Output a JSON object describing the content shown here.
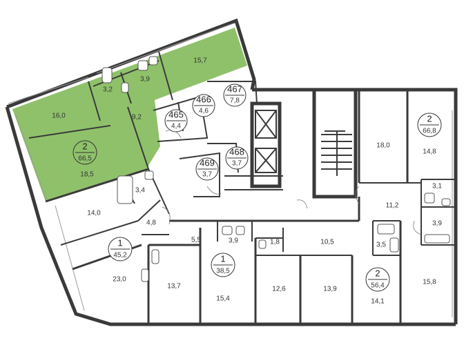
{
  "colors": {
    "highlight": "#8fc16a",
    "wall": "#3a3a3a",
    "background": "#ffffff"
  },
  "highlighted_apartment": {
    "rooms_count": "2",
    "total_area": "66,5",
    "rooms": {
      "living_a": "16,0",
      "bedroom": "15,7",
      "bath_a": "3,2",
      "bath_b": "3,9",
      "hall": "9,2",
      "living_b": "18,5"
    }
  },
  "storage_units": [
    {
      "number": "465",
      "area": "4,4"
    },
    {
      "number": "466",
      "area": "4,6"
    },
    {
      "number": "467",
      "area": "7,8"
    },
    {
      "number": "468",
      "area": "3,7"
    },
    {
      "number": "469",
      "area": "3,7"
    }
  ],
  "apartment_left": {
    "rooms_count": "1",
    "total_area": "45,2",
    "rooms": {
      "room_top": "14,0",
      "hall": "4,8",
      "bath": "3,4",
      "room_main": "23,0"
    }
  },
  "apartment_center": {
    "rooms_count": "1",
    "total_area": "38,5",
    "rooms": {
      "hall": "5,5",
      "bath": "3,9",
      "kitchen": "13,7",
      "room": "15,4"
    }
  },
  "apartment_bottom_right": {
    "rooms_count": "2",
    "total_area": "56,4",
    "rooms": {
      "wc": "1,8",
      "hall": "10,5",
      "bath": "3,5",
      "room_a": "12,6",
      "room_b": "13,9",
      "room_c": "14,1"
    }
  },
  "apartment_right": {
    "rooms_count": "2",
    "total_area": "66,8",
    "rooms": {
      "room_top": "18,0",
      "bedroom": "14,8",
      "wc": "3,1",
      "hall": "11,2",
      "bath": "3,9",
      "room_bottom": "15,8"
    }
  }
}
